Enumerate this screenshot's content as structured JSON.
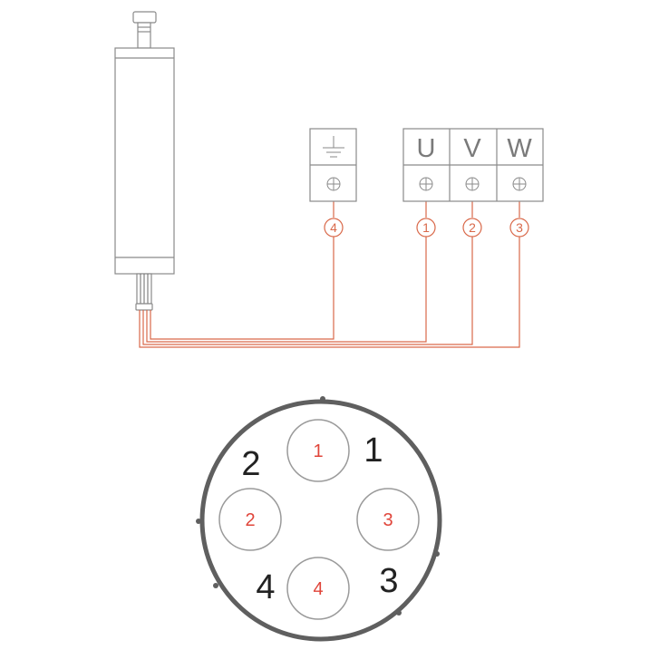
{
  "terminals": {
    "u_label": "U",
    "v_label": "V",
    "w_label": "W"
  },
  "wire_numbers": {
    "n1": "1",
    "n2": "2",
    "n3": "3",
    "n4": "4"
  },
  "connector": {
    "pins_red": [
      "1",
      "2",
      "3",
      "4"
    ],
    "pins_black": [
      "1",
      "2",
      "3",
      "4"
    ]
  },
  "colors": {
    "wire": "#d9694a",
    "pin_red": "#e0453a",
    "outline": "#8a8a8a"
  },
  "icons": [
    "ground-icon",
    "screw-terminal-icon"
  ]
}
